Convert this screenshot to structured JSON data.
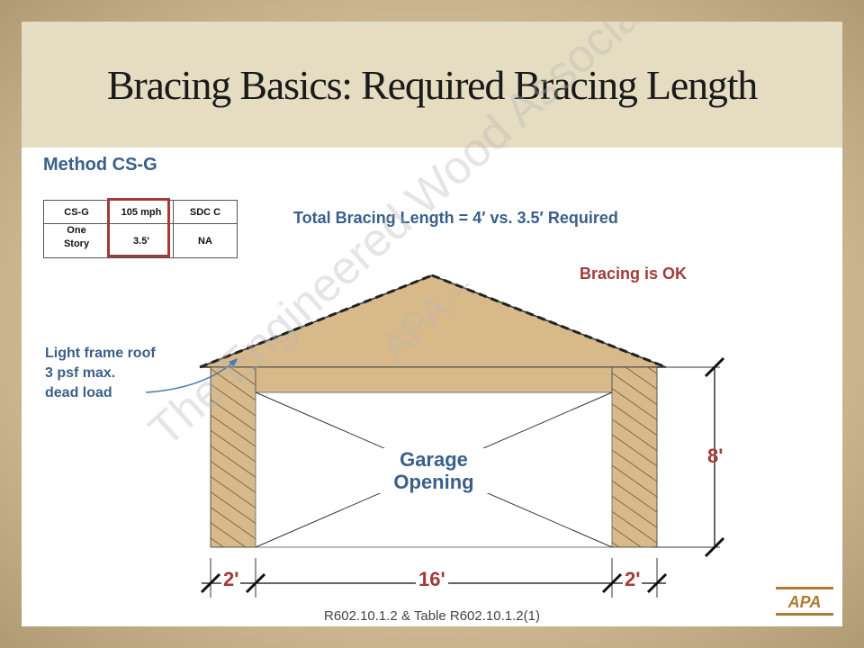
{
  "title": "Bracing Basics: Required Bracing Length",
  "method": "Method CS-G",
  "table": {
    "r1c1": "CS-G",
    "r1c2": "105 mph",
    "r1c3": "SDC C",
    "r2c1a": "One",
    "r2c1b": "Story",
    "r2c2": "3.5'",
    "r2c3": "NA"
  },
  "total": "Total Bracing Length = 4′ vs. 3.5′ Required",
  "ok": "Bracing is OK",
  "note": {
    "l1": "Light frame roof",
    "l2": "3 psf max.",
    "l3": "dead load"
  },
  "garage": {
    "l1": "Garage",
    "l2": "Opening"
  },
  "dims": {
    "height": "8'",
    "left": "2'",
    "mid": "16'",
    "right": "2'"
  },
  "reference": "R602.10.1.2 & Table R602.10.1.2(1)",
  "watermark": {
    "line1": "APA –",
    "line2": "The Engineered Wood Association"
  },
  "logo_text": "APA",
  "colors": {
    "accent_blue": "#3a5f8a",
    "accent_red": "#a33a3a",
    "wood": "#d7b98a"
  }
}
